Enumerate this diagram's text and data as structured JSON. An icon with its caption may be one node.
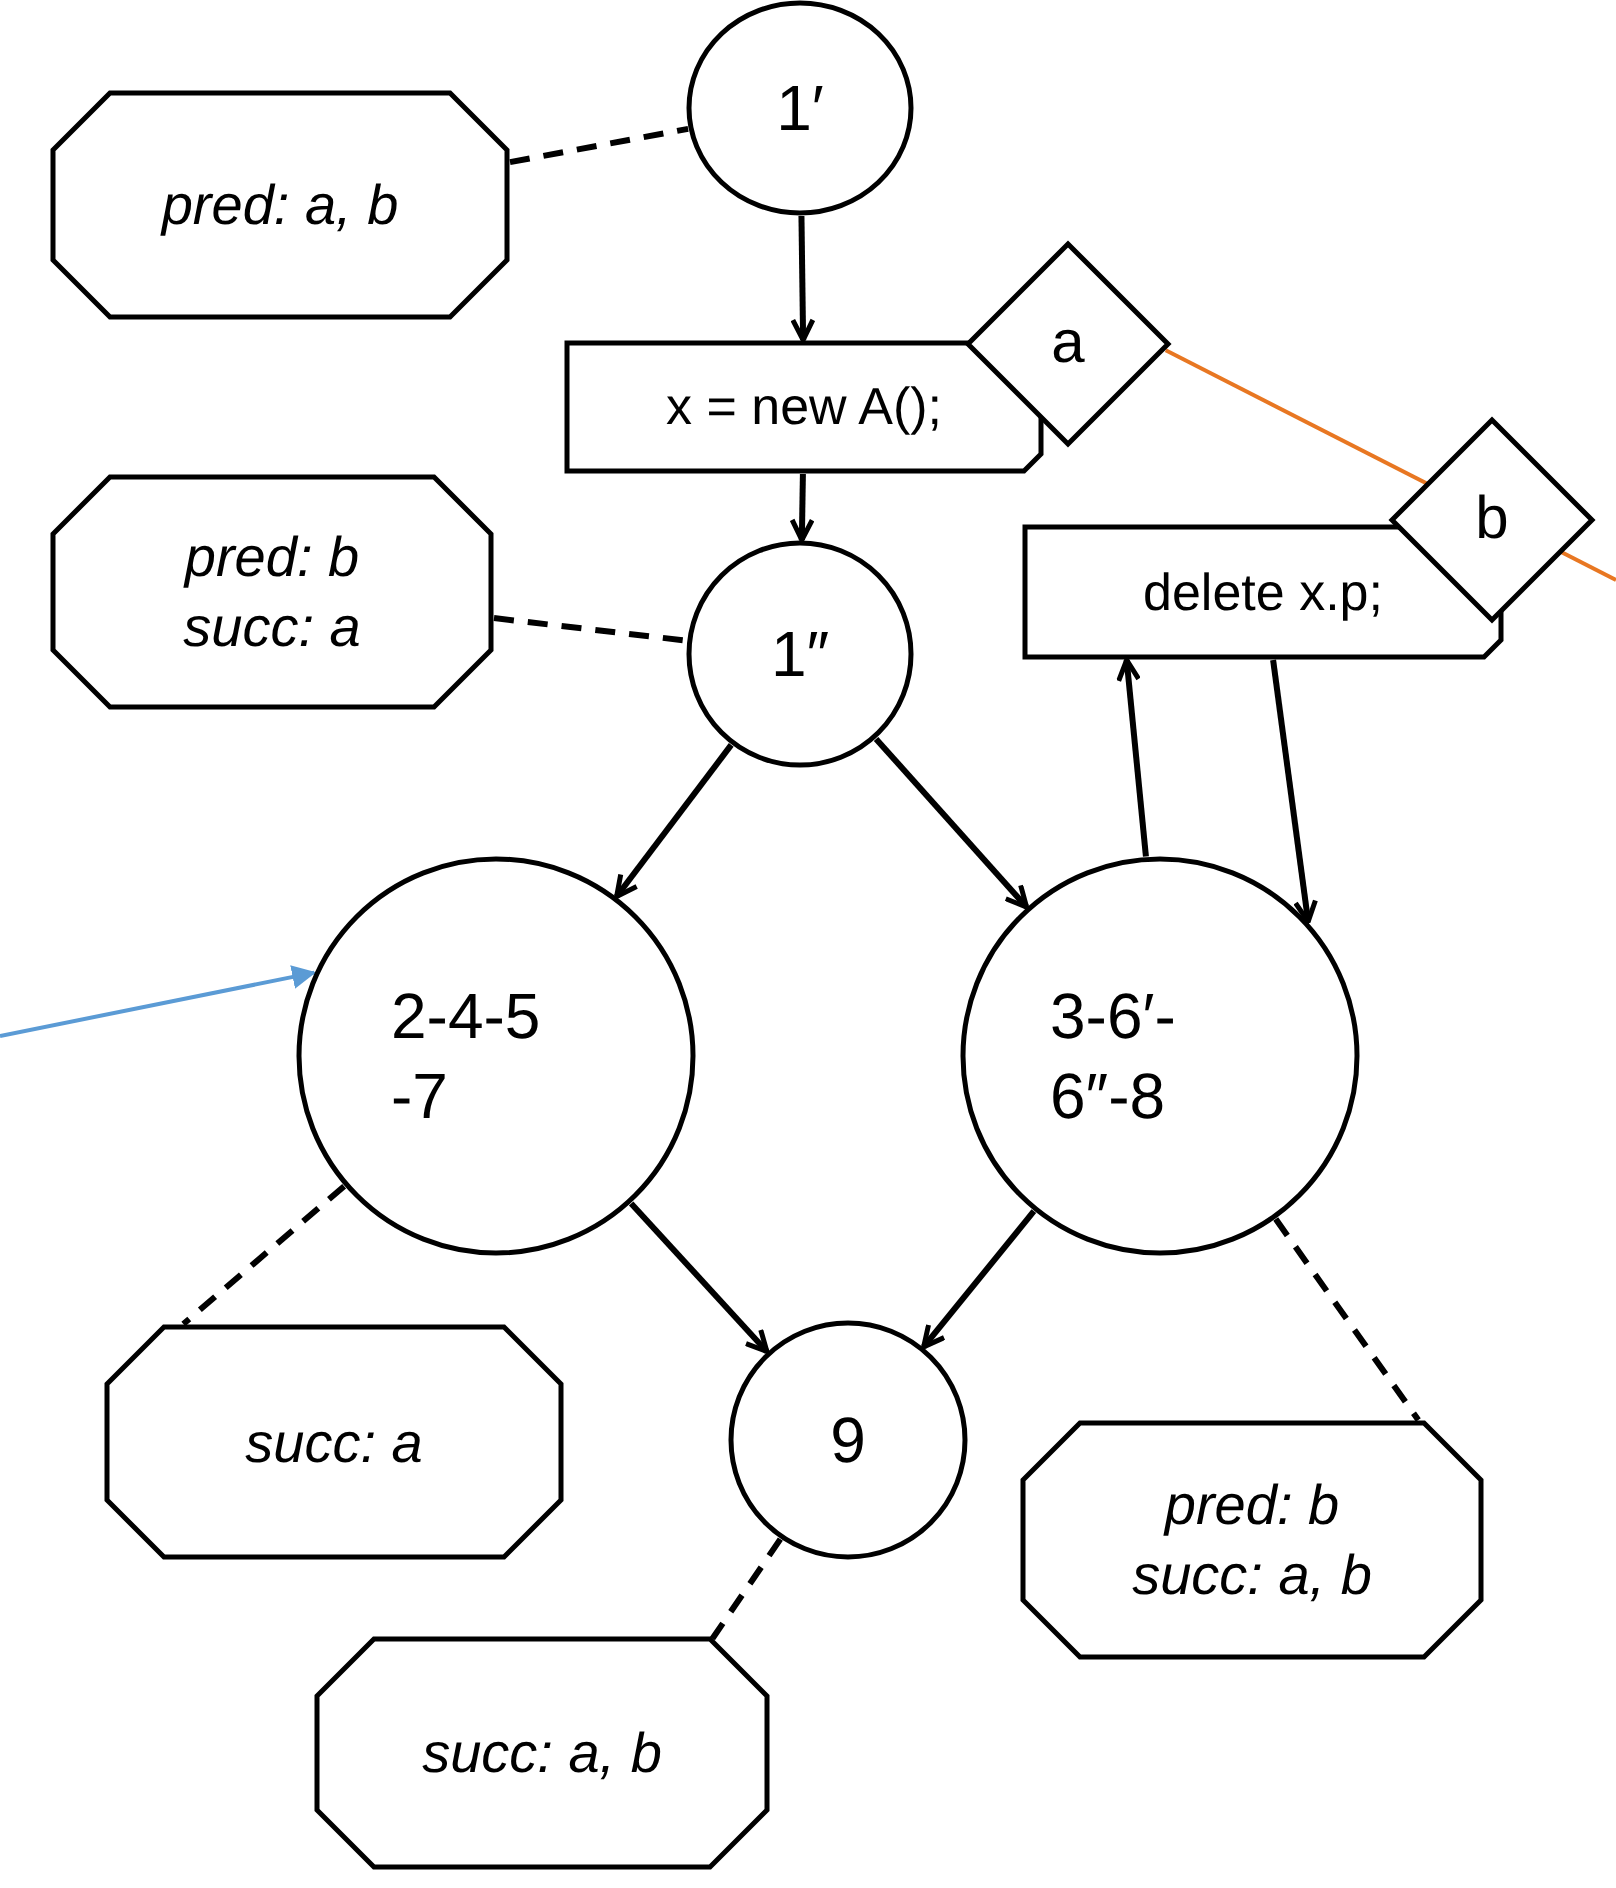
{
  "diagram": {
    "nodes": [
      {
        "text": [
          "pred: a, b"
        ]
      },
      {
        "text": [
          "1′"
        ]
      },
      {
        "text": [
          "x = new A();"
        ]
      },
      {
        "text": [
          "a"
        ]
      },
      {
        "text": [
          "pred: b succ: a"
        ]
      },
      {
        "text": [
          "1″"
        ]
      },
      {
        "text": [
          "delete x.p;"
        ]
      },
      {
        "text": [
          "b"
        ]
      },
      {
        "text": [
          "2-4-5 -7"
        ]
      },
      {
        "text": [
          "3-6′- 6″-8"
        ]
      },
      {
        "text": [
          "succ: a"
        ]
      },
      {
        "text": [
          "9"
        ]
      },
      {
        "text": [
          "pred: b succ: a, b"
        ]
      },
      {
        "text": [
          "succ: a, b"
        ]
      }
    ],
    "edges": [
      {
        "from": 0,
        "to": 1,
        "arrow": "none",
        "style": "dashed"
      },
      {
        "from": 1,
        "to": 2,
        "arrow": "to"
      },
      {
        "from": 2,
        "to": 5,
        "arrow": "to"
      },
      {
        "from": 4,
        "to": 5,
        "arrow": "none",
        "style": "dashed"
      },
      {
        "from": 5,
        "to": 8,
        "arrow": "to"
      },
      {
        "from": 5,
        "to": 9,
        "arrow": "to"
      },
      {
        "from": 9,
        "to": 6,
        "arrow": "to"
      },
      {
        "from": 6,
        "to": 9,
        "arrow": "to"
      },
      {
        "from": 8,
        "to": 11,
        "arrow": "to"
      },
      {
        "from": 9,
        "to": 11,
        "arrow": "to"
      },
      {
        "from": 8,
        "to": 10,
        "arrow": "none",
        "style": "dashed"
      },
      {
        "from": 9,
        "to": 12,
        "arrow": "none",
        "style": "dashed"
      },
      {
        "from": 11,
        "to": 13,
        "arrow": "none",
        "style": "dashed"
      },
      {
        "from": 3,
        "to": null,
        "arrow": "none",
        "color": "#e87722"
      },
      {
        "from": null,
        "to": 8,
        "arrow": "to",
        "color": "#5b9bd5"
      }
    ]
  }
}
